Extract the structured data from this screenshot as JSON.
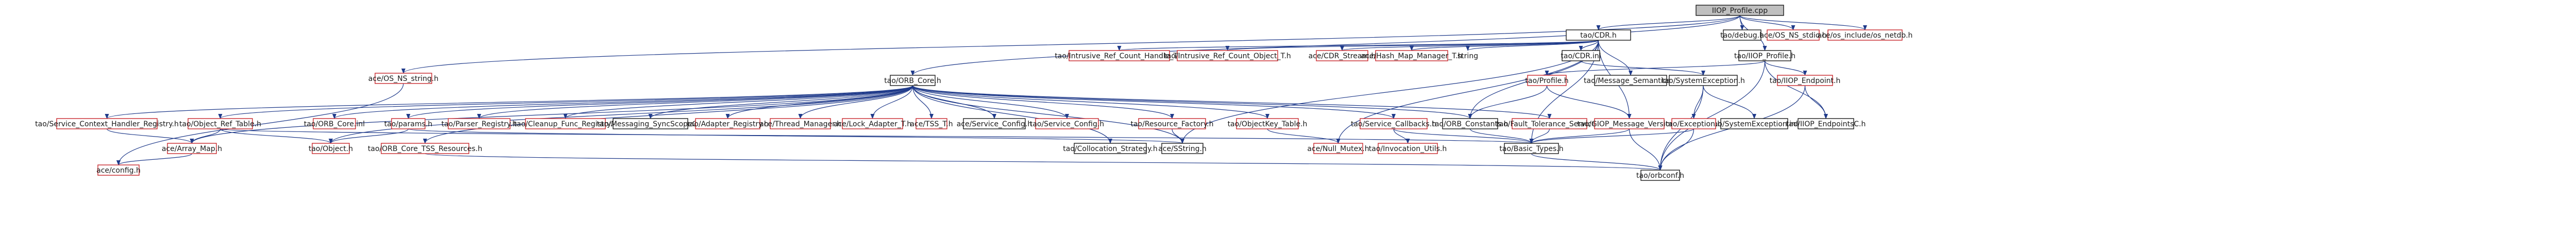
{
  "colors": {
    "edge": "#1f3a8a",
    "internal_border": "#1a1a1a",
    "missing_border": "#c8262b",
    "root_fill": "#bfbfbf"
  },
  "nodes": [
    {
      "id": "root",
      "label": "IIOP_Profile.cpp",
      "kind": "root"
    },
    {
      "id": "cdr_h",
      "label": "tao/CDR.h",
      "kind": "internal"
    },
    {
      "id": "debug_h",
      "label": "tao/debug.h",
      "kind": "internal"
    },
    {
      "id": "os_ns_stdio",
      "label": "ace/OS_NS_stdio.h",
      "kind": "external"
    },
    {
      "id": "os_ns_netdb",
      "label": "ace/os_include/os_netdb.h",
      "kind": "external"
    },
    {
      "id": "intrusive_handle",
      "label": "tao/Intrusive_Ref_Count_Handle_T.h",
      "kind": "external"
    },
    {
      "id": "intrusive_object",
      "label": "tao/Intrusive_Ref_Count_Object_T.h",
      "kind": "external"
    },
    {
      "id": "ace_cdr_stream",
      "label": "ace/CDR_Stream.h",
      "kind": "external"
    },
    {
      "id": "hash_map_manager",
      "label": "ace/Hash_Map_Manager_T.h",
      "kind": "external"
    },
    {
      "id": "string",
      "label": "string",
      "kind": "plain"
    },
    {
      "id": "cdr_inl",
      "label": "tao/CDR.inl",
      "kind": "internal"
    },
    {
      "id": "iiop_profile_h",
      "label": "tao/IIOP_Profile.h",
      "kind": "internal"
    },
    {
      "id": "os_ns_string",
      "label": "ace/OS_NS_string.h",
      "kind": "external"
    },
    {
      "id": "orb_core_h",
      "label": "tao/ORB_Core.h",
      "kind": "internal"
    },
    {
      "id": "profile_h",
      "label": "tao/Profile.h",
      "kind": "external"
    },
    {
      "id": "message_semantics",
      "label": "tao/Message_Semantics.h",
      "kind": "internal"
    },
    {
      "id": "system_exception_h",
      "label": "tao/SystemException.h",
      "kind": "internal"
    },
    {
      "id": "iiop_endpoint_h",
      "label": "tao/IIOP_Endpoint.h",
      "kind": "external"
    },
    {
      "id": "service_context_registry",
      "label": "tao/Service_Context_Handler_Registry.h",
      "kind": "external"
    },
    {
      "id": "object_ref_table",
      "label": "tao/Object_Ref_Table.h",
      "kind": "external"
    },
    {
      "id": "orb_core_inl",
      "label": "tao/ORB_Core.inl",
      "kind": "external"
    },
    {
      "id": "params_h",
      "label": "tao/params.h",
      "kind": "external"
    },
    {
      "id": "parser_registry",
      "label": "tao/Parser_Registry.h",
      "kind": "external"
    },
    {
      "id": "cleanup_func_registry",
      "label": "tao/Cleanup_Func_Registry.h",
      "kind": "external"
    },
    {
      "id": "messaging_syncscopec",
      "label": "tao/Messaging_SyncScopeC.h",
      "kind": "internal"
    },
    {
      "id": "adapter_registry",
      "label": "tao/Adapter_Registry.h",
      "kind": "external"
    },
    {
      "id": "thread_manager",
      "label": "ace/Thread_Manager.h",
      "kind": "external"
    },
    {
      "id": "lock_adapter",
      "label": "ace/Lock_Adapter_T.h",
      "kind": "external"
    },
    {
      "id": "tss_t",
      "label": "ace/TSS_T.h",
      "kind": "external"
    },
    {
      "id": "service_config_ace",
      "label": "ace/Service_Config.h",
      "kind": "internal"
    },
    {
      "id": "service_config_tao",
      "label": "tao/Service_Config.h",
      "kind": "external"
    },
    {
      "id": "resource_factory",
      "label": "tao/Resource_Factory.h",
      "kind": "external"
    },
    {
      "id": "objectkey_table",
      "label": "tao/ObjectKey_Table.h",
      "kind": "external"
    },
    {
      "id": "service_callbacks",
      "label": "tao/Service_Callbacks.h",
      "kind": "external"
    },
    {
      "id": "orb_constants",
      "label": "tao/ORB_Constants.h",
      "kind": "internal"
    },
    {
      "id": "fault_tolerance",
      "label": "tao/Fault_Tolerance_Service.h",
      "kind": "external"
    },
    {
      "id": "giop_message_version",
      "label": "tao/GIOP_Message_Version.h",
      "kind": "external"
    },
    {
      "id": "system_exception_inl",
      "label": "tao/SystemException.inl",
      "kind": "internal"
    },
    {
      "id": "exception_h",
      "label": "tao/Exception.h",
      "kind": "external"
    },
    {
      "id": "iiop_endpoints_c",
      "label": "tao/IIOP_EndpointsC.h",
      "kind": "internal"
    },
    {
      "id": "array_map",
      "label": "ace/Array_Map.h",
      "kind": "external"
    },
    {
      "id": "object_h",
      "label": "tao/Object.h",
      "kind": "external"
    },
    {
      "id": "orb_core_tss",
      "label": "tao/ORB_Core_TSS_Resources.h",
      "kind": "external"
    },
    {
      "id": "collocation_strategy",
      "label": "tao/Collocation_Strategy.h",
      "kind": "internal"
    },
    {
      "id": "sstring",
      "label": "ace/SString.h",
      "kind": "internal"
    },
    {
      "id": "null_mutex",
      "label": "ace/Null_Mutex.h",
      "kind": "external"
    },
    {
      "id": "invocation_units",
      "label": "tao/Invocation_Utils.h",
      "kind": "external"
    },
    {
      "id": "basic_types",
      "label": "tao/Basic_Types.h",
      "kind": "internal"
    },
    {
      "id": "config_h",
      "label": "ace/config.h",
      "kind": "external"
    },
    {
      "id": "orbconf",
      "label": "tao/orbconf.h",
      "kind": "internal"
    }
  ]
}
